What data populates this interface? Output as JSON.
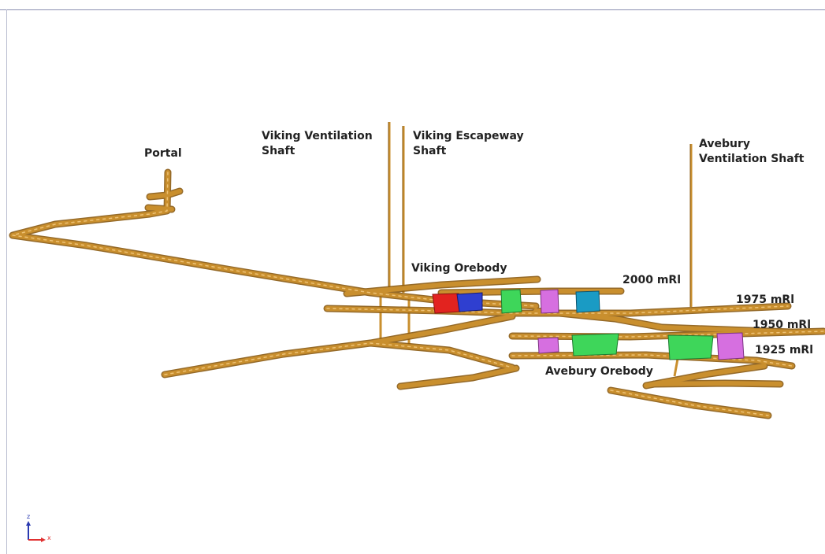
{
  "labels": {
    "portal": "Portal",
    "viking_vent_1": "Viking Ventilation",
    "viking_vent_2": "Shaft",
    "viking_esc_1": "Viking Escapeway",
    "viking_esc_2": "Shaft",
    "avebury_vent_1": "Avebury",
    "avebury_vent_2": "Ventilation Shaft",
    "viking_orebody": "Viking Orebody",
    "avebury_orebody": "Avebury Orebody",
    "level_2000": "2000 mRl",
    "level_1975": "1975 mRl",
    "level_1950": "1950 mRl",
    "level_1925": "1925 mRl"
  },
  "axes": {
    "z": "z",
    "x": "x"
  },
  "colors": {
    "tunnel": "#c98f2e",
    "tunnel_dark": "#8a5a12",
    "tunnel_light": "#e8b860",
    "stope_red": "#e2231f",
    "stope_blue": "#2f3fd0",
    "stope_green": "#3ed65a",
    "stope_magenta": "#d66fe0",
    "stope_cyan": "#1a9bc4",
    "axis_z": "#2a3ab0",
    "axis_x": "#e03030"
  }
}
